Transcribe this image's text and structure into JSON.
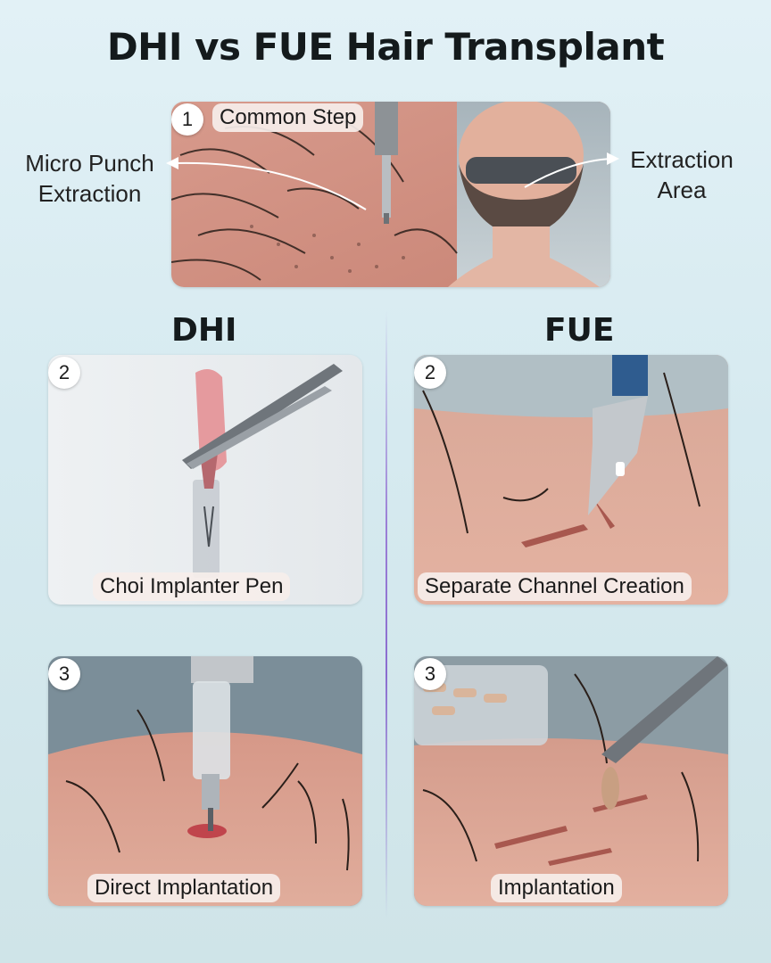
{
  "title": "DHI vs FUE Hair Transplant",
  "common_step": {
    "number": "1",
    "label": "Common Step",
    "left_annotation": "Micro Punch\nExtraction",
    "right_annotation": "Extraction\nArea"
  },
  "columns": {
    "dhi": {
      "heading": "DHI"
    },
    "fue": {
      "heading": "FUE"
    }
  },
  "steps": {
    "dhi_2": {
      "number": "2",
      "label": "Choi Implanter Pen"
    },
    "dhi_3": {
      "number": "3",
      "label": "Direct Implantation"
    },
    "fue_2": {
      "number": "2",
      "label": "Separate Channel Creation"
    },
    "fue_3": {
      "number": "3",
      "label": "Implantation"
    }
  },
  "colors": {
    "accent_divider": "#9b7fd6",
    "background": "#d6eaf0",
    "skin": "#e8b5a5"
  }
}
